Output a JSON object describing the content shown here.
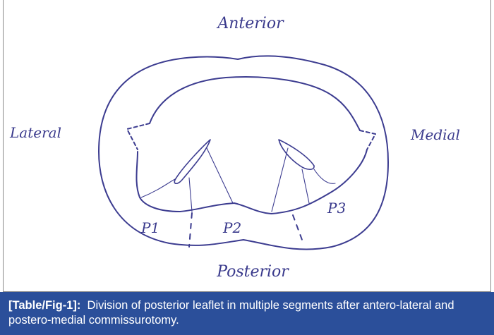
{
  "figure": {
    "labels": {
      "anterior": "Anterior",
      "posterior": "Posterior",
      "lateral": "Lateral",
      "medial": "Medial",
      "p1": "P1",
      "p2": "P2",
      "p3": "P3"
    },
    "stroke_color": "#3c3c90"
  },
  "caption": {
    "tag": "[Table/Fig-1]:",
    "text": "Division of posterior leaflet in multiple segments after antero-lateral and postero-medial commissurotomy."
  }
}
